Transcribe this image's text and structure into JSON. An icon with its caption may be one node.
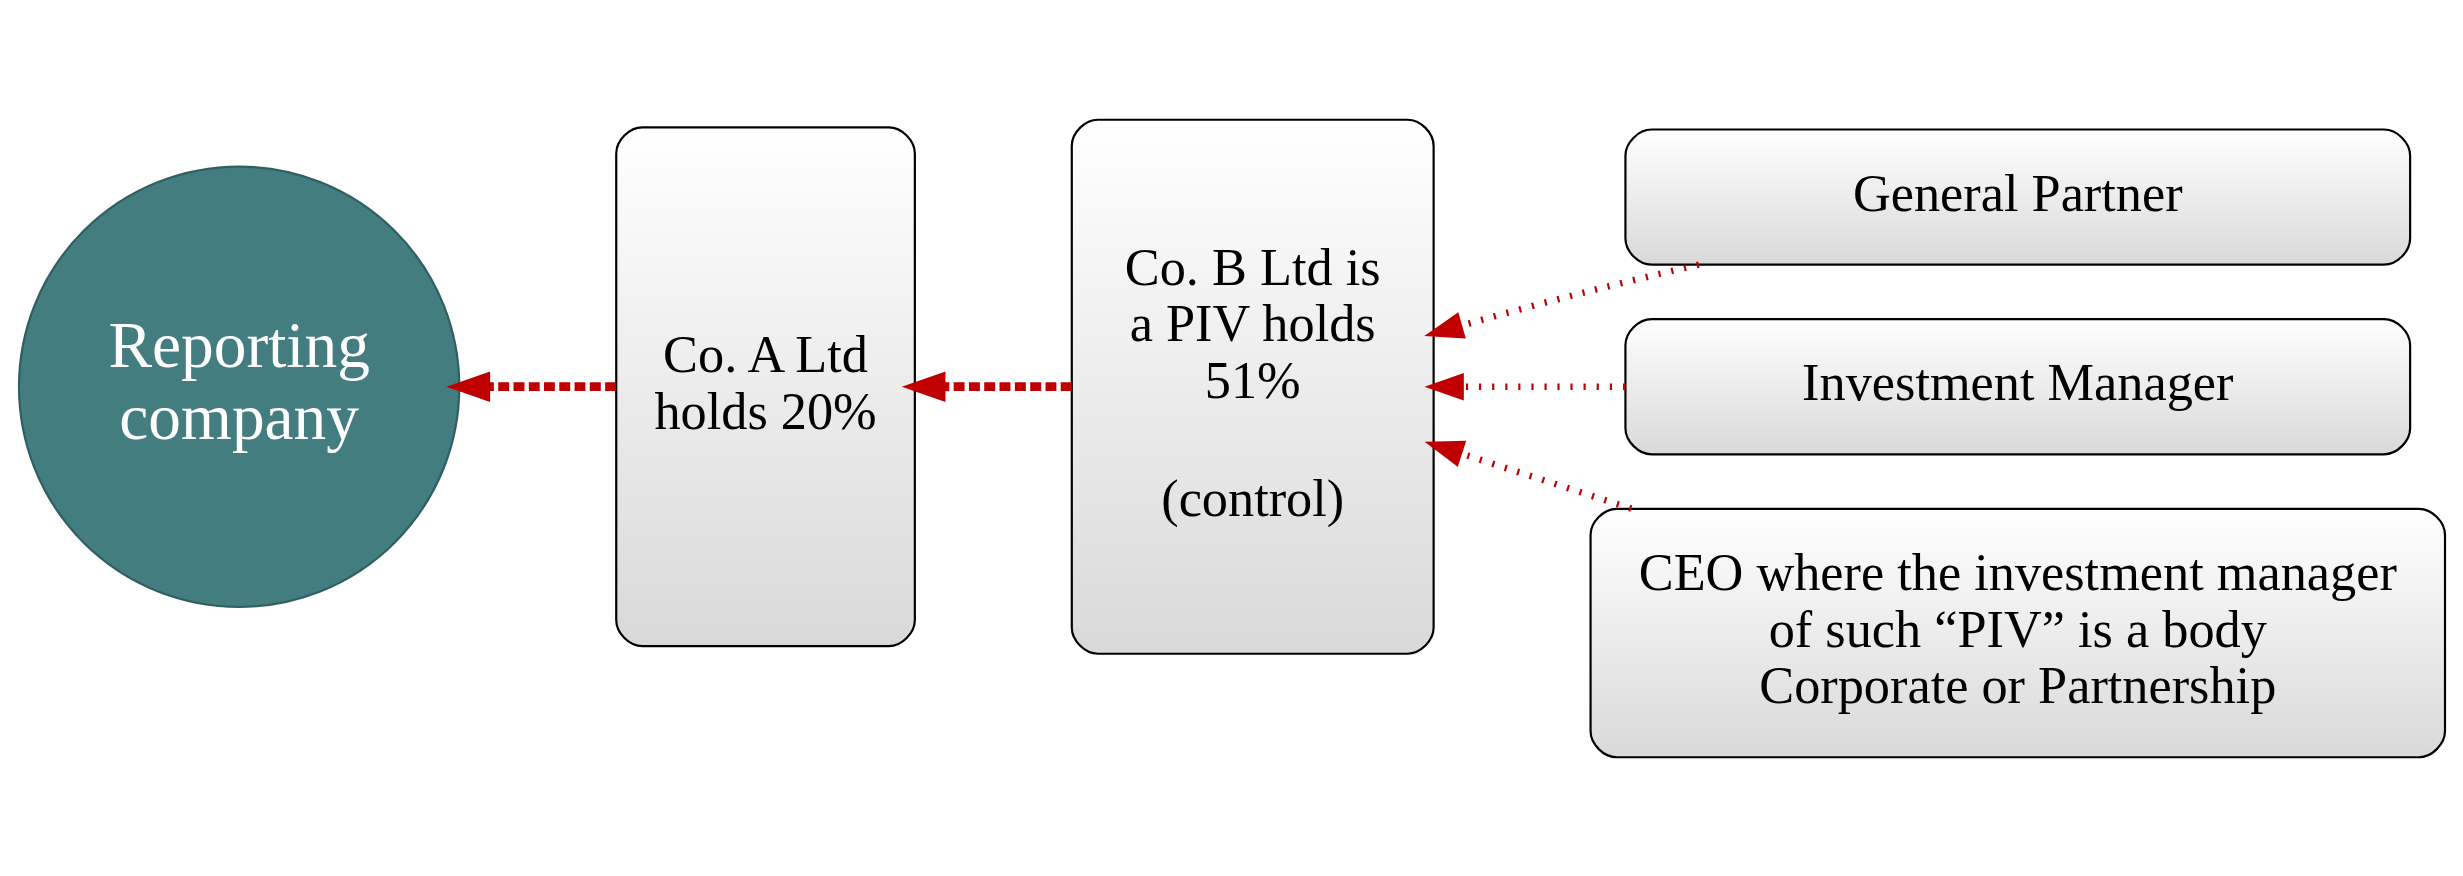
{
  "diagram": {
    "nodes": [
      {
        "text": [
          "Reporting company"
        ]
      },
      {
        "text": [
          "Co. A Ltd holds 20%"
        ]
      },
      {
        "text": [
          "Co. B Ltd is a PIV holds 51%",
          "(control)"
        ]
      },
      {
        "text": [
          "General Partner"
        ]
      },
      {
        "text": [
          "Investment Manager"
        ]
      },
      {
        "text": [
          "CEO where the investment manager of such “PIV” is a body Corporate or Partnership"
        ]
      }
    ],
    "edges": [
      {
        "from": 1,
        "to": 0,
        "arrow": "to",
        "style": "dashed"
      },
      {
        "from": 2,
        "to": 1,
        "arrow": "to",
        "style": "dashed"
      },
      {
        "from": 3,
        "to": 2,
        "arrow": "to"
      },
      {
        "from": 4,
        "to": 2,
        "arrow": "to"
      },
      {
        "from": 5,
        "to": 2,
        "arrow": "to"
      }
    ]
  }
}
